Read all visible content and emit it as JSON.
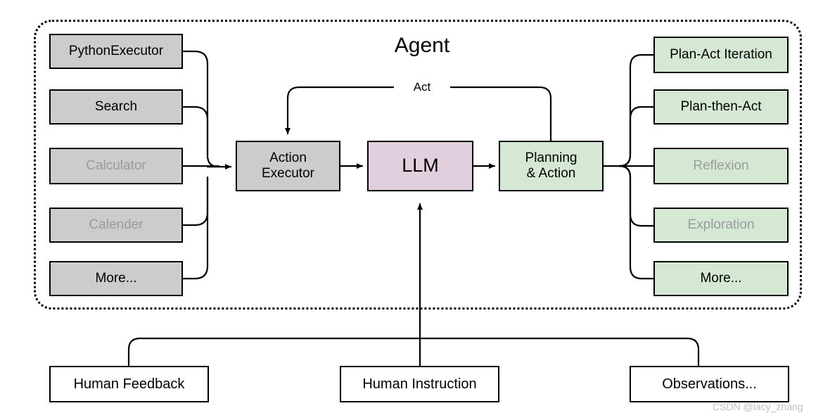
{
  "diagram": {
    "title": "Agent",
    "watermark": "CSDN @lacy_zhang",
    "edge_labels": {
      "act": "Act"
    },
    "colors": {
      "tool_fill": "#cccccc",
      "llm_fill": "#e1cfde",
      "strategy_fill": "#d5e8d4",
      "input_fill": "#ffffff",
      "border": "#000000",
      "muted_text": "#9b9b9b",
      "watermark_text": "#bfbfbf"
    },
    "tools": [
      {
        "label": "PythonExecutor",
        "state": "active"
      },
      {
        "label": "Search",
        "state": "active"
      },
      {
        "label": "Calculator",
        "state": "muted"
      },
      {
        "label": "Calender",
        "state": "muted"
      },
      {
        "label": "More...",
        "state": "active"
      }
    ],
    "pipeline": [
      {
        "label": "Action\nExecutor",
        "line1": "Action",
        "line2": "Executor",
        "fill": "gray"
      },
      {
        "label": "LLM",
        "line1": "LLM",
        "line2": "",
        "fill": "pink"
      },
      {
        "label": "Planning\n& Action",
        "line1": "Planning",
        "line2": "& Action",
        "fill": "green"
      }
    ],
    "strategies": [
      {
        "label": "Plan-Act Iteration",
        "state": "active"
      },
      {
        "label": "Plan-then-Act",
        "state": "active"
      },
      {
        "label": "Reflexion",
        "state": "muted"
      },
      {
        "label": "Exploration",
        "state": "muted"
      },
      {
        "label": "More...",
        "state": "active"
      }
    ],
    "inputs": [
      {
        "label": "Human Feedback"
      },
      {
        "label": "Human Instruction"
      },
      {
        "label": "Observations..."
      }
    ]
  }
}
